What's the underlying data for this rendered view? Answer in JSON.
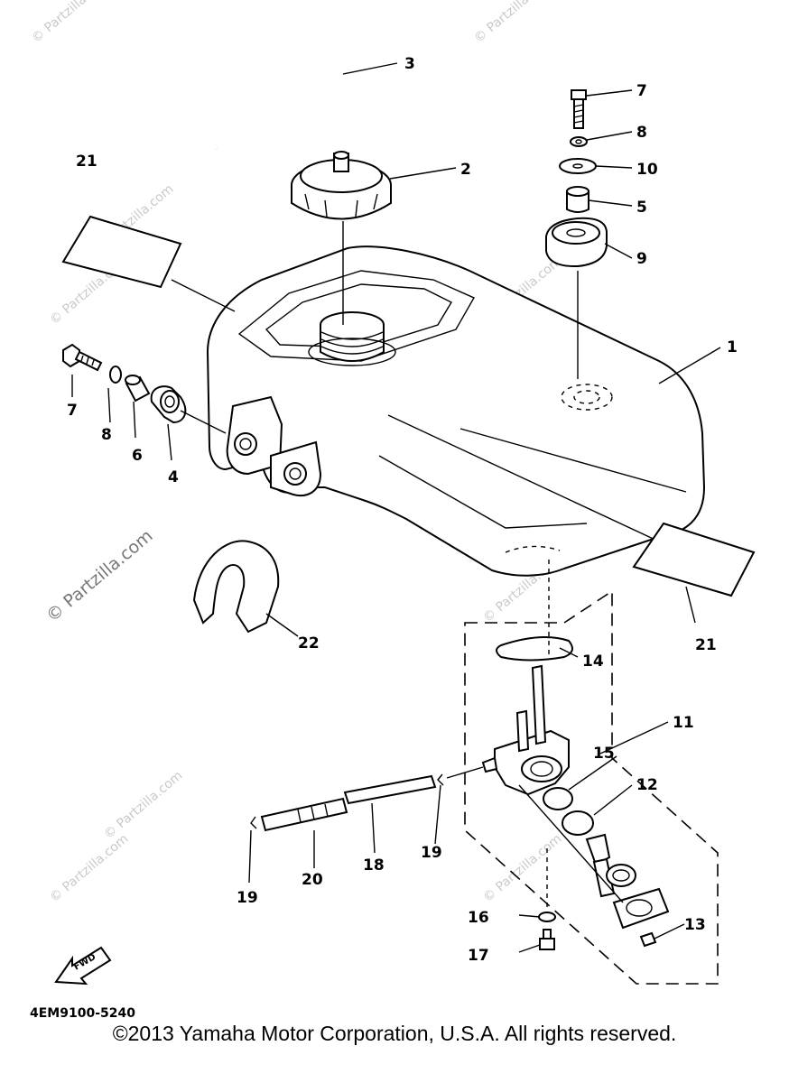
{
  "diagram_code": "4EM9100-5240",
  "fwd_label": "FWD",
  "copyright": "©2013  Yamaha Motor Corporation, U.S.A. All rights reserved.",
  "watermark": {
    "small": "© Partzilla.com",
    "large": "© Partzilla.com"
  },
  "callouts": {
    "c1": "1",
    "c2": "2",
    "c3": "3",
    "c4": "4",
    "c5": "5",
    "c6": "6",
    "c7a": "7",
    "c7b": "7",
    "c8a": "8",
    "c8b": "8",
    "c9": "9",
    "c10": "10",
    "c11": "11",
    "c12": "12",
    "c13": "13",
    "c14": "14",
    "c15": "15",
    "c16": "16",
    "c17": "17",
    "c18": "18",
    "c19a": "19",
    "c19b": "19",
    "c20": "20",
    "c21a": "21",
    "c21b": "21",
    "c22": "22"
  }
}
